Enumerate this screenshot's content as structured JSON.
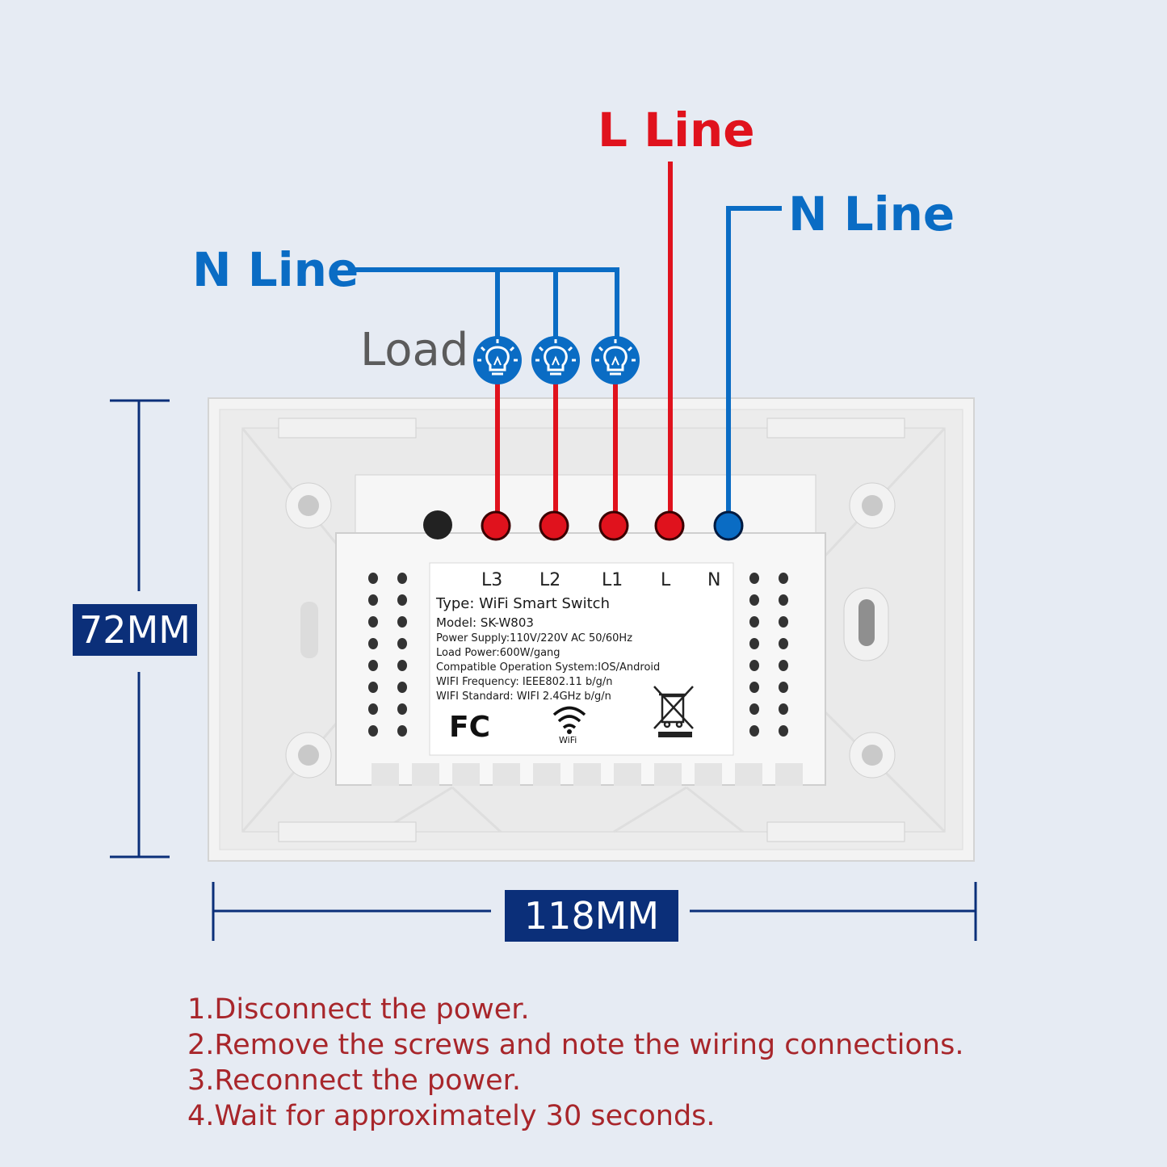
{
  "labels": {
    "l_line": "L Line",
    "n_line_right": "N Line",
    "n_line_left": "N Line",
    "load": "Load"
  },
  "terminals": [
    "L3",
    "L2",
    "L1",
    "L",
    "N"
  ],
  "spec_label": {
    "lines": [
      "Type: WiFi Smart Switch",
      "Model: SK-W803",
      "Power Supply:110V/220V AC  50/60Hz",
      "Load Power:600W/gang",
      "Compatible Operation System:IOS/Android",
      "WIFI Frequency: IEEE802.11 b/g/n",
      "WIFI Standard: WIFI 2.4GHz b/g/n"
    ],
    "fc_mark": "FC",
    "wifi_text": "WiFi"
  },
  "dimensions": {
    "height": "72MM",
    "width": "118MM"
  },
  "steps": [
    "1.Disconnect the power.",
    "2.Remove the screws and note the wiring connections.",
    "3.Reconnect the power.",
    "4.Wait for approximately 30 seconds."
  ],
  "colors": {
    "background": "#e6ebf3",
    "live_wire": "#e0121d",
    "neutral_wire": "#0a6cc4",
    "dimension_box": "#0b2f79",
    "step_text": "#a8262b"
  }
}
